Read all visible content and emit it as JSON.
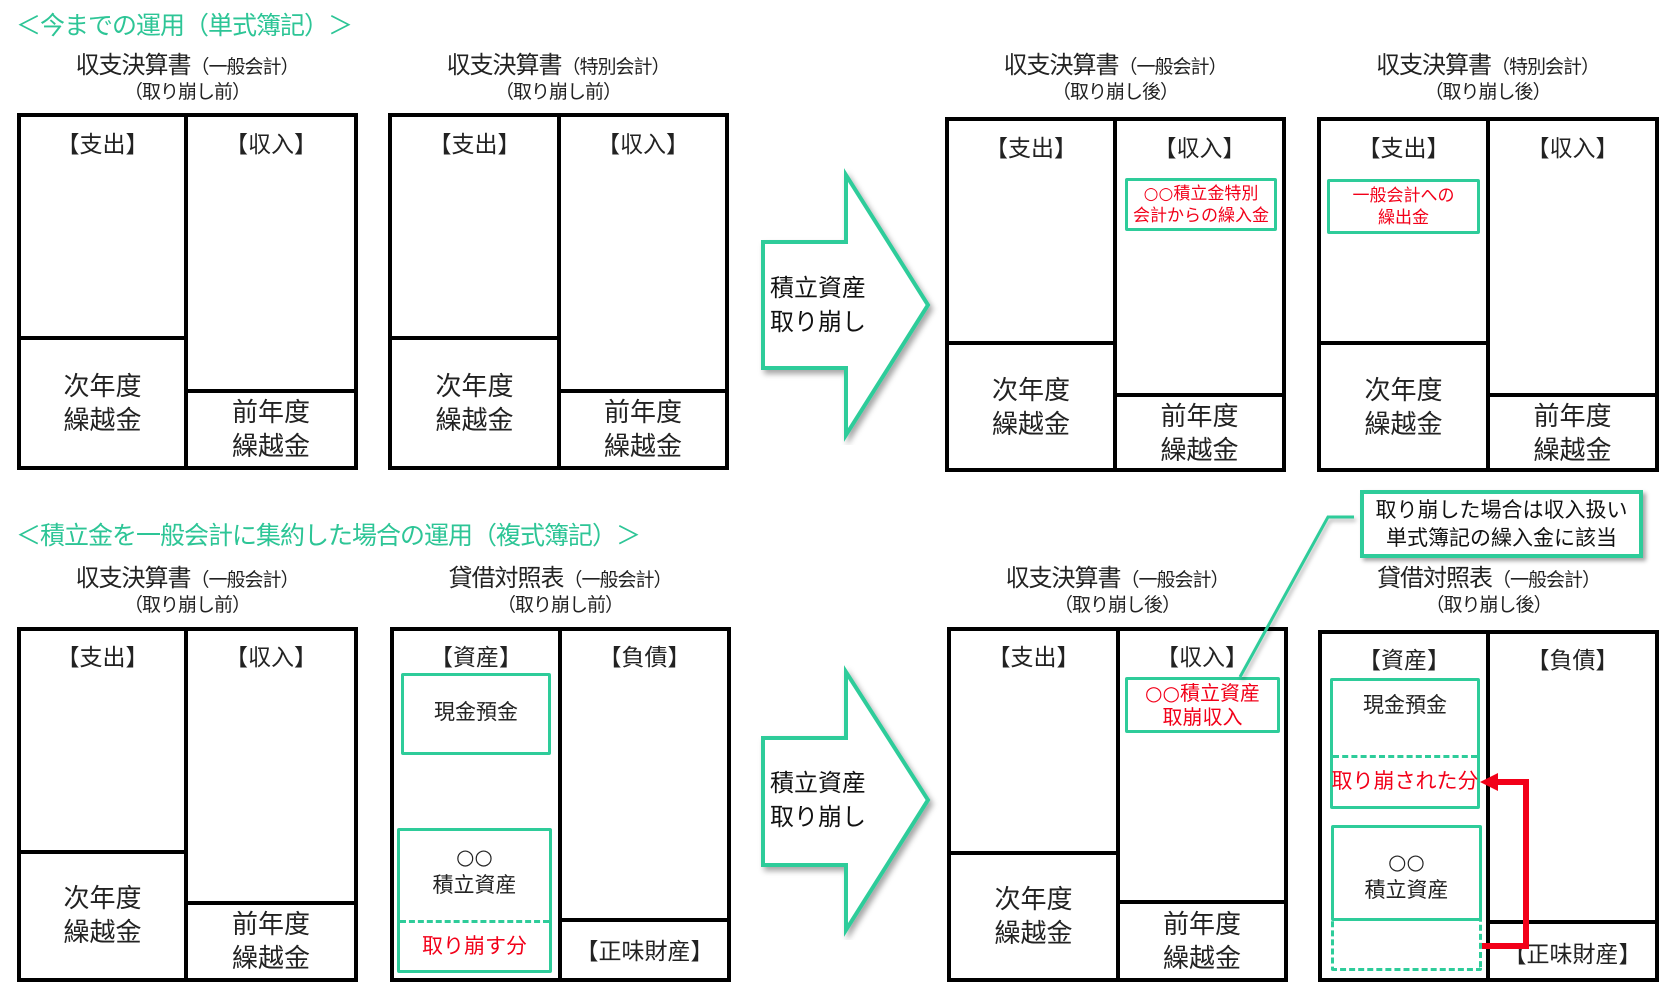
{
  "sections": {
    "top": {
      "heading": "＜今までの運用（単式簿記）＞"
    },
    "bottom": {
      "heading": "＜積立金を一般会計に集約した場合の運用（複式簿記）＞"
    }
  },
  "colors": {
    "accent_green": "#2ECC9A",
    "highlight_red": "#F20019",
    "frame": "#000000"
  },
  "arrow": {
    "line1": "積立資産",
    "line2": "取り崩し"
  },
  "top_panels": [
    {
      "title_main": "収支決算書",
      "title_sub": "（一般会計）",
      "subtitle": "（取り崩し前）",
      "left_header": "【支出】",
      "right_header": "【収入】",
      "left_bottom": [
        "次年度",
        "繰越金"
      ],
      "right_bottom": [
        "前年度",
        "繰越金"
      ]
    },
    {
      "title_main": "収支決算書",
      "title_sub": "（特別会計）",
      "subtitle": "（取り崩し前）",
      "left_header": "【支出】",
      "right_header": "【収入】",
      "left_bottom": [
        "次年度",
        "繰越金"
      ],
      "right_bottom": [
        "前年度",
        "繰越金"
      ]
    },
    {
      "title_main": "収支決算書",
      "title_sub": "（一般会計）",
      "subtitle": "（取り崩し後）",
      "left_header": "【支出】",
      "right_header": "【収入】",
      "highlight": [
        "○○積立金特別",
        "会計からの繰入金"
      ],
      "left_bottom": [
        "次年度",
        "繰越金"
      ],
      "right_bottom": [
        "前年度",
        "繰越金"
      ]
    },
    {
      "title_main": "収支決算書",
      "title_sub": "（特別会計）",
      "subtitle": "（取り崩し後）",
      "left_header": "【支出】",
      "right_header": "【収入】",
      "highlight": [
        "一般会計への",
        "繰出金"
      ],
      "left_bottom": [
        "次年度",
        "繰越金"
      ],
      "right_bottom": [
        "前年度",
        "繰越金"
      ]
    }
  ],
  "bottom_panels": [
    {
      "title_main": "収支決算書",
      "title_sub": "（一般会計）",
      "subtitle": "（取り崩し前）",
      "left_header": "【支出】",
      "right_header": "【収入】",
      "left_bottom": [
        "次年度",
        "繰越金"
      ],
      "right_bottom": [
        "前年度",
        "繰越金"
      ]
    },
    {
      "title_main": "貸借対照表",
      "title_sub": "（一般会計）",
      "subtitle": "（取り崩し前）",
      "left_header": "【資産】",
      "right_header": "【負債】",
      "cash": "現金預金",
      "reserve": [
        "○○",
        "積立資産"
      ],
      "withdraw": "取り崩す分",
      "net_assets": "【正味財産】"
    },
    {
      "title_main": "収支決算書",
      "title_sub": "（一般会計）",
      "subtitle": "（取り崩し後）",
      "left_header": "【支出】",
      "right_header": "【収入】",
      "highlight": [
        "○○積立資産",
        "取崩収入"
      ],
      "left_bottom": [
        "次年度",
        "繰越金"
      ],
      "right_bottom": [
        "前年度",
        "繰越金"
      ]
    },
    {
      "title_main": "貸借対照表",
      "title_sub": "（一般会計）",
      "subtitle": "（取り崩し後）",
      "left_header": "【資産】",
      "right_header": "【負債】",
      "cash": "現金預金",
      "withdrawn": "取り崩された分",
      "reserve": [
        "○○",
        "積立資産"
      ],
      "net_assets": "【正味財産】"
    }
  ],
  "callout": {
    "line1": "取り崩した場合は収入扱い",
    "line2": "単式簿記の繰入金に該当"
  }
}
